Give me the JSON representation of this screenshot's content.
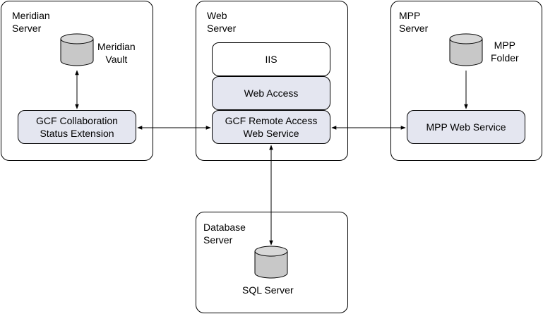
{
  "servers": {
    "meridian": {
      "label": "Meridian\nServer"
    },
    "web": {
      "label": "Web\nServer"
    },
    "mpp": {
      "label": "MPP\nServer"
    },
    "database": {
      "label": "Database\nServer"
    }
  },
  "components": {
    "gcf_collab": "GCF Collaboration\nStatus Extension",
    "iis": "IIS",
    "web_access": "Web Access",
    "gcf_remote": "GCF Remote Access\nWeb Service",
    "mpp_web_service": "MPP Web Service"
  },
  "stores": {
    "meridian_vault": "Meridian\nVault",
    "mpp_folder": "MPP\nFolder",
    "sql_server": "SQL Server"
  },
  "colors": {
    "component_fill": "#e4e6f0",
    "store_fill": "#c8c8c8",
    "stroke": "#000000"
  }
}
